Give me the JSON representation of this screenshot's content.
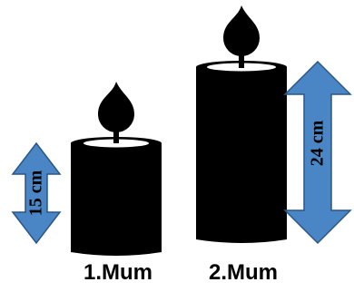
{
  "candles": [
    {
      "name": "1.Mum",
      "height_label": "15 cm"
    },
    {
      "name": "2.Mum",
      "height_label": "24 cm"
    }
  ],
  "colors": {
    "candle": "#000000",
    "arrow_fill": "#4a86c5",
    "arrow_stroke": "#2a5785"
  }
}
